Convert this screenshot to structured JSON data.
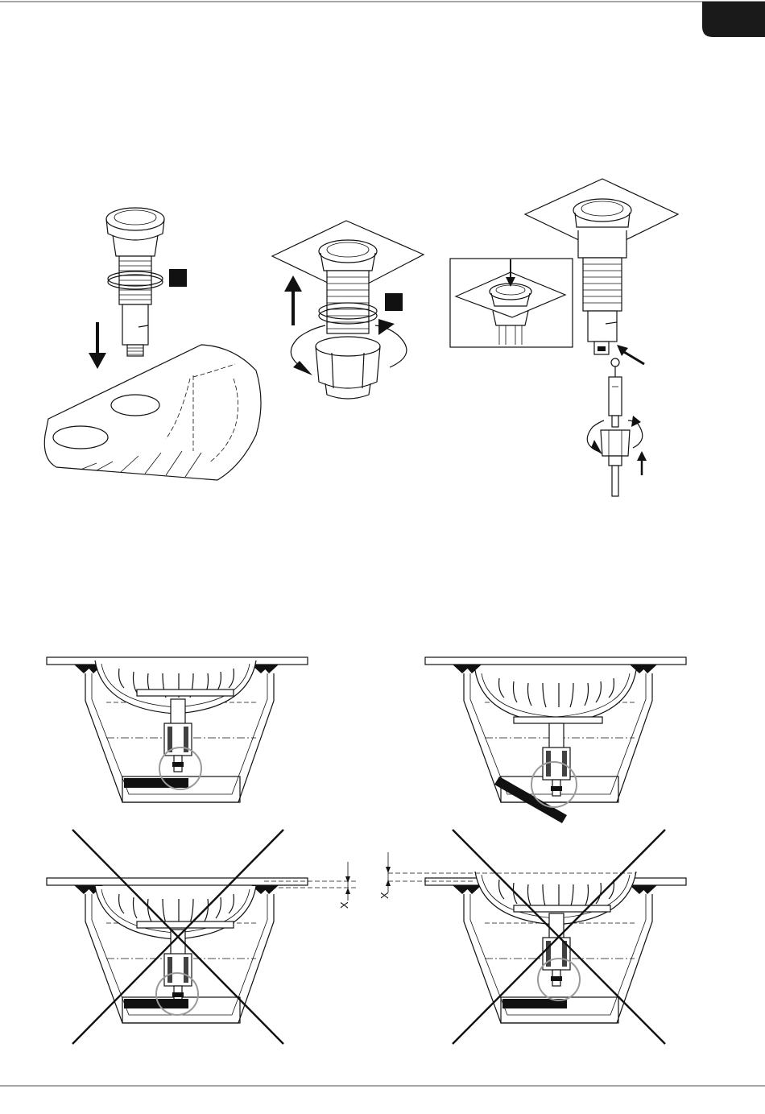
{
  "page": {
    "tab_color": "#1a1a1a",
    "line_color": "#111111",
    "highlight_circle_color": "#9a9a9a"
  },
  "step1": {
    "icons": [
      "pop-up-waste-plug",
      "o-ring",
      "arrow-down",
      "sink-top"
    ],
    "marker": "black-square"
  },
  "step2": {
    "icons": [
      "sink-plate",
      "waste-body",
      "nut",
      "arrow-up",
      "rotate-arrows"
    ],
    "marker": "black-square"
  },
  "step3": {
    "icons": [
      "inset-detail",
      "sink-plate",
      "waste-body",
      "control-cable",
      "rotate-arrows",
      "arrow-up"
    ]
  },
  "correct_installations": [
    {
      "id": "correct-plug-open"
    },
    {
      "id": "correct-plug-closed"
    }
  ],
  "incorrect_installations": [
    {
      "id": "incorrect-plug-too-low",
      "dimension_label": "X"
    },
    {
      "id": "incorrect-plug-too-high",
      "dimension_label": "X"
    }
  ]
}
